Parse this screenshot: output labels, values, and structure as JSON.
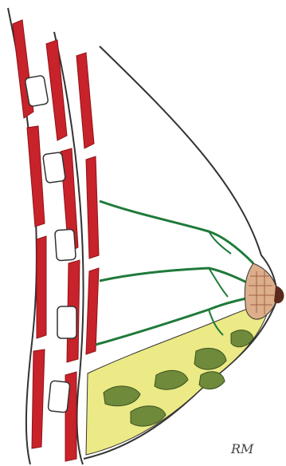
{
  "figure": {
    "signature": "RM",
    "structures": [
      {
        "name": "chest-wall"
      },
      {
        "name": "pectoral-muscle"
      },
      {
        "name": "ribs"
      },
      {
        "name": "breast-skin-contour"
      },
      {
        "name": "suspensory-ligaments"
      },
      {
        "name": "fat-layer"
      },
      {
        "name": "glandular-lobules"
      },
      {
        "name": "areola"
      },
      {
        "name": "nipple"
      }
    ],
    "colors": {
      "muscle": "#c8222a",
      "muscle_edge": "#8f1418",
      "ligament": "#1f7a3a",
      "fat": "#ecea86",
      "gland": "#6f8a3a",
      "gland_edge": "#3a5220",
      "areola": "#dcae8a",
      "nipple": "#5a2a1c",
      "outline": "#333333"
    }
  }
}
